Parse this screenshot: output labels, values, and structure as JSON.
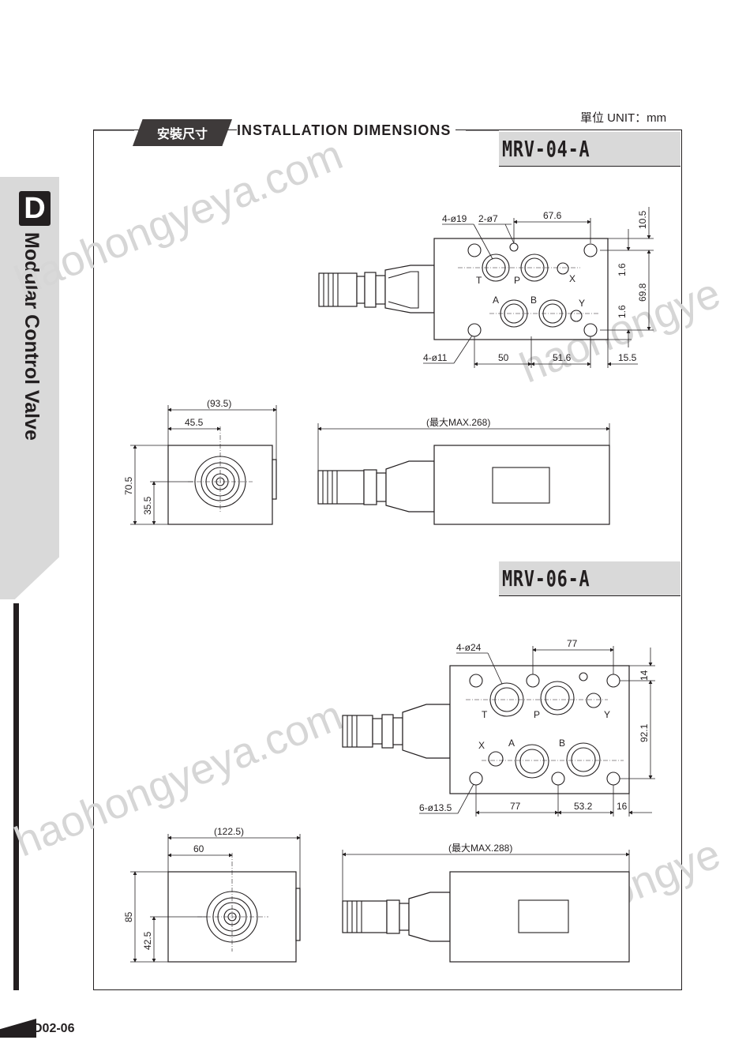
{
  "header": {
    "unit_label": "單位 UNIT：mm",
    "section_tag": "安裝尺寸",
    "section_title": "INSTALLATION DIMENSIONS"
  },
  "side": {
    "letter": "D",
    "category": "Modular Control Valve"
  },
  "watermarks": [
    "haohongyeya.com",
    "haohongyeya.com",
    "haohongye",
    "haohongye"
  ],
  "models": [
    {
      "name": "MRV-04-A",
      "top_view": {
        "labels": {
          "holes_large": "4-ø19",
          "holes_small": "2-ø7",
          "holes_mount": "4-ø11",
          "port_t": "T",
          "port_p": "P",
          "port_x": "X",
          "port_a": "A",
          "port_b": "B",
          "port_y": "Y"
        },
        "dims": {
          "d_top": "67.6",
          "d_right_top": "10.5",
          "d_right_1": "1.6",
          "d_right_main": "69.8",
          "d_right_2": "1.6",
          "d_bottom_1": "50",
          "d_bottom_2": "51.6",
          "d_bottom_3": "15.5"
        }
      },
      "end_view": {
        "dims": {
          "width": "(93.5)",
          "center": "45.5",
          "height": "70.5",
          "center_h": "35.5"
        }
      },
      "side_view": {
        "dims": {
          "length": "(最大MAX.268)"
        }
      }
    },
    {
      "name": "MRV-06-A",
      "top_view": {
        "labels": {
          "holes_large": "4-ø24",
          "holes_mount": "6-ø13.5",
          "port_t": "T",
          "port_p": "P",
          "port_y": "Y",
          "port_x": "X",
          "port_a": "A",
          "port_b": "B"
        },
        "dims": {
          "d_top": "77",
          "d_right_top": "14",
          "d_right_main": "92.1",
          "d_bottom_1": "77",
          "d_bottom_2": "53.2",
          "d_bottom_3": "16"
        }
      },
      "end_view": {
        "dims": {
          "width": "(122.5)",
          "center": "60",
          "height": "85",
          "center_h": "42.5"
        }
      },
      "side_view": {
        "dims": {
          "length": "(最大MAX.288)"
        }
      }
    }
  ],
  "footer": {
    "page": "D02-06"
  }
}
